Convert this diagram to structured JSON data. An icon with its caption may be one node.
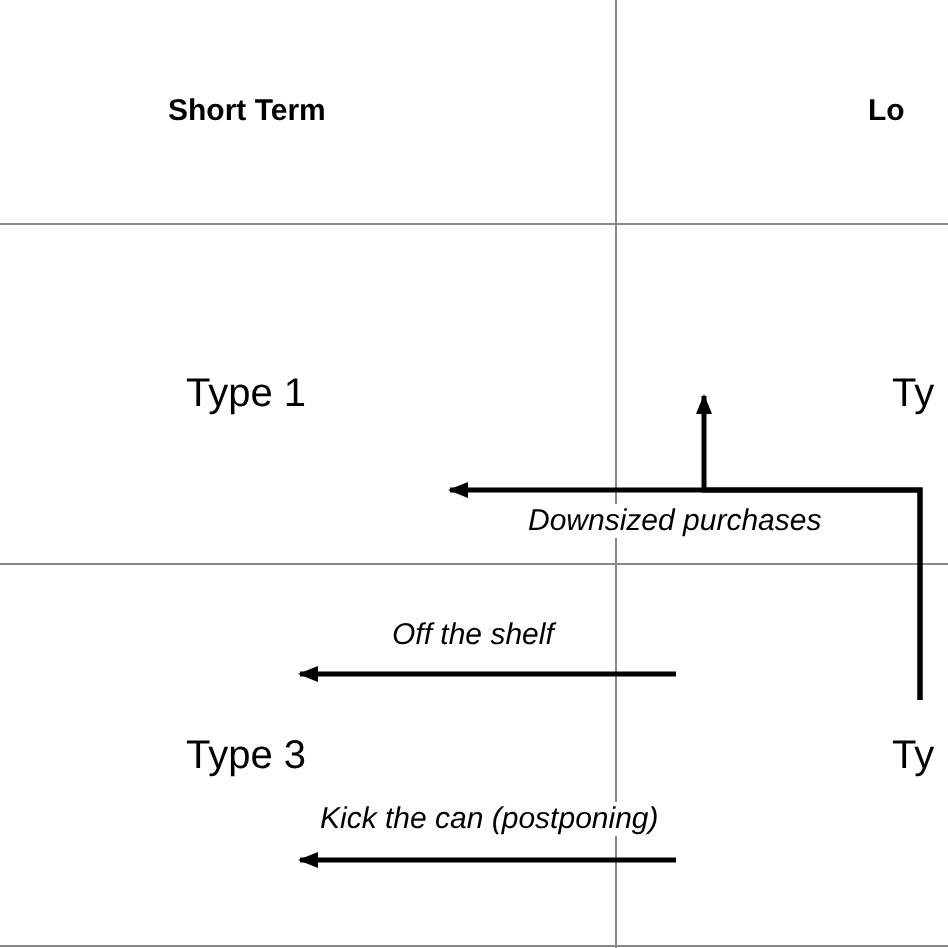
{
  "diagram": {
    "nodes": [
      {
        "text": [
          "Type 1"
        ]
      },
      {
        "text": [
          "Ty"
        ]
      },
      {
        "text": [
          "Type 3"
        ]
      },
      {
        "text": [
          "Ty"
        ]
      }
    ],
    "edges": [
      {
        "from": 3,
        "to": 0,
        "arrow": "to",
        "label": "Downsized purchases"
      },
      {
        "from": 3,
        "to": 1,
        "arrow": "to"
      },
      {
        "from": null,
        "to": 2,
        "arrow": "to",
        "label": "Off the shelf"
      },
      {
        "from": null,
        "to": 2,
        "arrow": "to",
        "label": "Kick the can (postponing)"
      }
    ],
    "labels": [
      "Short Term",
      "Lo"
    ]
  }
}
